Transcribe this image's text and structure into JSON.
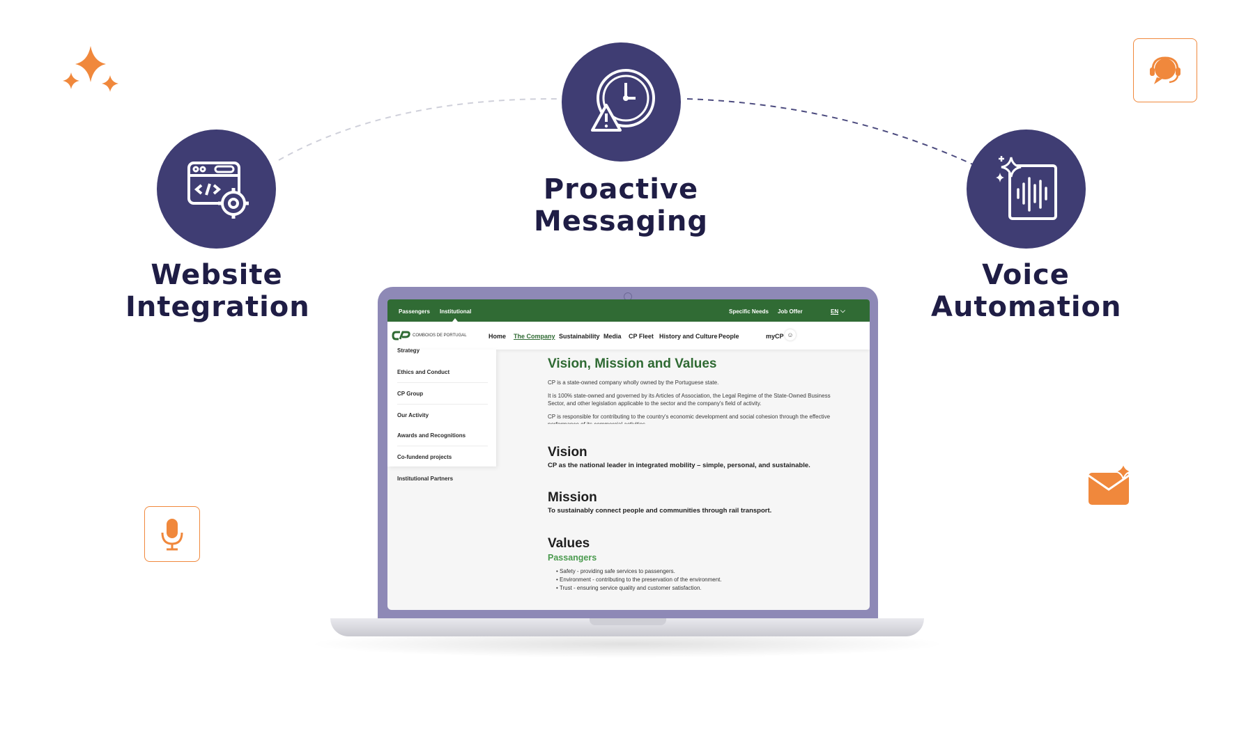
{
  "features": {
    "website": {
      "line1": "Website",
      "line2": "Integration"
    },
    "proactive": {
      "line1": "Proactive",
      "line2": "Messaging"
    },
    "voice": {
      "line1": "Voice",
      "line2": "Automation"
    }
  },
  "colors": {
    "circle": "#3f3d73",
    "accent": "#f0883c",
    "green": "#306b34",
    "title": "#1f1d45"
  },
  "icons": [
    "sparkles-icon",
    "code-settings-icon",
    "clock-alert-icon",
    "ai-voice-waveform-icon",
    "chat-support-icon",
    "microphone-icon",
    "email-sparkle-icon"
  ],
  "site": {
    "topbar": {
      "passengers": "Passengers",
      "institutional": "Institutional",
      "specific_needs": "Specific Needs",
      "job_offer": "Job Offer",
      "lang": "EN"
    },
    "logo_text": "COMBOIOS DE PORTUGAL",
    "nav": {
      "home": "Home",
      "company": "The Company",
      "sustainability": "Sustainability",
      "media": "Media",
      "fleet": "CP Fleet",
      "history": "History and Culture",
      "people": "People",
      "mycp": "myCP"
    },
    "sidemenu": [
      "Strategy",
      "Ethics and Conduct",
      "CP Group",
      "Our Activity",
      "Awards and Recognitions",
      "Co-fundend projects",
      "Institutional Partners"
    ],
    "content": {
      "title": "Vision, Mission and Values",
      "p1": "CP is a state-owned company wholly owned by the Portuguese state.",
      "p2": "It is 100% state-owned and governed by its Articles of Association, the Legal Regime of the State-Owned Business Sector, and other legislation applicable to the sector and the company's field of activity.",
      "p3": "CP is responsible for contributing to the country's economic development and social cohesion through the effective performance of its commercial activities.",
      "vision_h": "Vision",
      "vision_t": "CP as the national leader in integrated mobility – simple, personal, and sustainable.",
      "mission_h": "Mission",
      "mission_t": "To sustainably connect people and communities through rail transport.",
      "values_h": "Values",
      "values_sub": "Passangers",
      "bullets": [
        "Safety - providing safe services to passengers.",
        "Environment - contributing to the preservation of the environment.",
        "Trust - ensuring service quality and customer satisfaction."
      ]
    }
  }
}
